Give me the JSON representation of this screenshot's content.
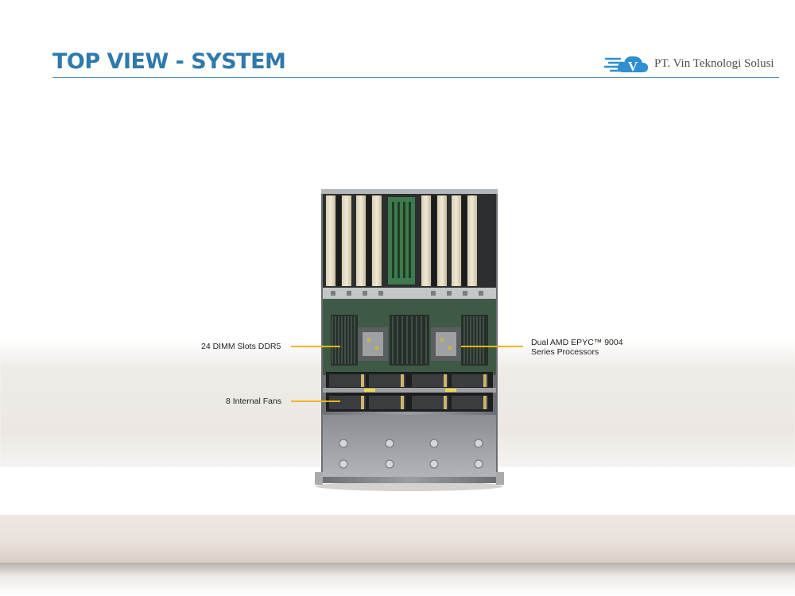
{
  "header": {
    "title": "TOP VIEW - SYSTEM"
  },
  "logo": {
    "company_name": "PT. Vin Teknologi Solusi",
    "mark_letter": "V",
    "icon": "cloud-v-logo-icon",
    "color": "#2f8fd0"
  },
  "callouts": {
    "dimm": "24 DIMM  Slots DDR5",
    "fans": "8 Internal  Fans",
    "cpu_line1": "Dual AMD EPYC™ 9004",
    "cpu_line2": "Series Processors"
  },
  "colors": {
    "title": "#2f79ac",
    "leader_lines": "#f2b51c"
  }
}
